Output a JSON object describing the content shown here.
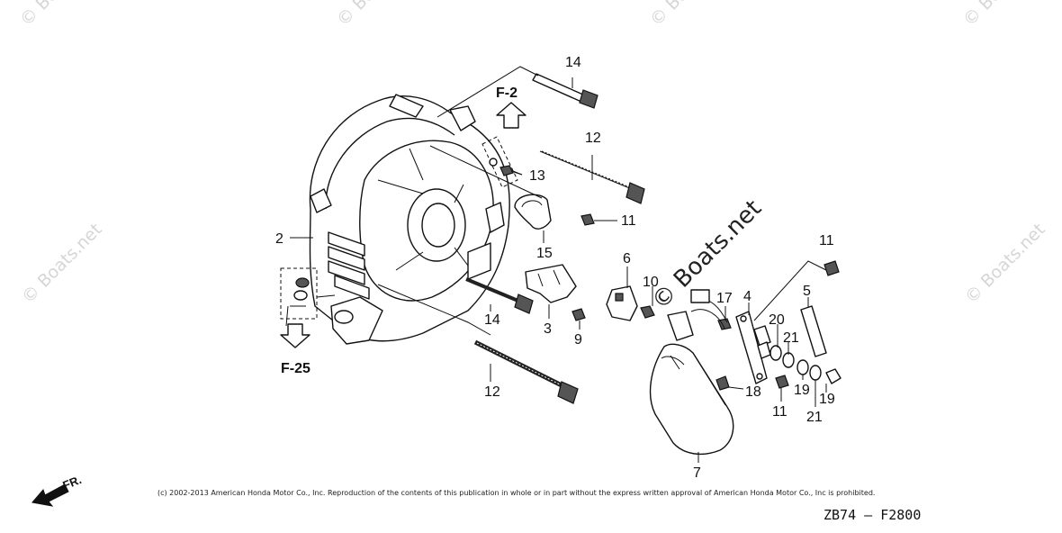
{
  "watermark": {
    "text": "© Boats.net"
  },
  "callouts": [
    "14",
    "12",
    "13",
    "11",
    "15",
    "2",
    "14",
    "6",
    "10",
    "17",
    "4",
    "5",
    "11",
    "20",
    "21",
    "3",
    "9",
    "12",
    "18",
    "11",
    "19",
    "19",
    "21",
    "7"
  ],
  "section_refs": {
    "top": "F-2",
    "left": "F-25"
  },
  "front_indicator": "FR.",
  "copyright": "(c) 2002-2013 American Honda Motor Co., Inc. Reproduction of the contents of this publication in whole or in part without the express written approval of American Honda Motor Co., Inc is prohibited.",
  "diagram_code": "ZB74 — F2800"
}
